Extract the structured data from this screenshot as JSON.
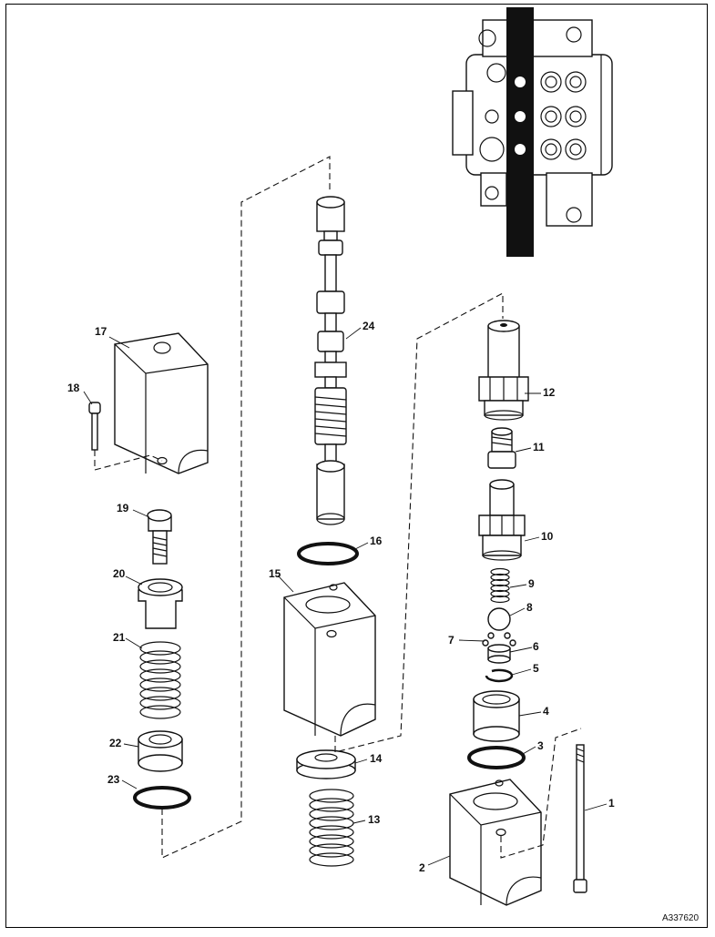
{
  "diagram": {
    "reference_code": "A337620",
    "callouts": [
      "1",
      "2",
      "3",
      "4",
      "5",
      "6",
      "7",
      "8",
      "9",
      "10",
      "11",
      "12",
      "13",
      "14",
      "15",
      "16",
      "17",
      "18",
      "19",
      "20",
      "21",
      "22",
      "23",
      "24"
    ]
  },
  "colors": {
    "line": "#111111",
    "background": "#ffffff",
    "section_band": "#000000"
  }
}
